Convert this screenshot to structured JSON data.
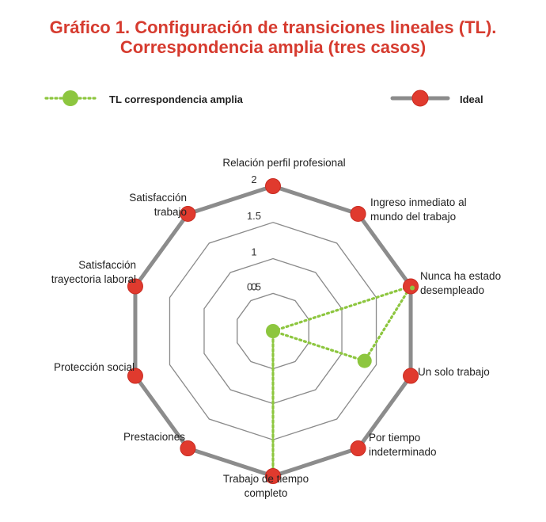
{
  "header": {
    "title_line1": "Gráfico 1. Configuración de transiciones lineales (TL).",
    "title_line2": "Correspondencia amplia (tres casos)"
  },
  "colors": {
    "title": "#d63b2f",
    "ideal_line": "#8c8c8c",
    "ideal_marker": "#e03a2e",
    "tl_line": "#8dc63f",
    "tl_marker": "#8dc63f",
    "grid": "#8a8a8a"
  },
  "chart_data": {
    "type": "radar",
    "categories": [
      "Relación perfil profesional",
      "Ingreso inmediato al mundo del trabajo",
      "Nunca ha estado desempleado",
      "Un solo trabajo",
      "Por tiempo indeterminado",
      "Trabajo de tiempo completo",
      "Prestaciones",
      "Protección social",
      "Satisfacción trayectoria laboral",
      "Satisfacción trabajo"
    ],
    "category_lines": [
      [
        "Relación perfil profesional"
      ],
      [
        "Ingreso inmediato al",
        "mundo del trabajo"
      ],
      [
        "Nunca ha estado",
        "desempleado"
      ],
      [
        "Un solo trabajo"
      ],
      [
        "Por tiempo",
        "indeterminado"
      ],
      [
        "Trabajo de tiempo",
        "completo"
      ],
      [
        "Prestaciones"
      ],
      [
        "Protección social"
      ],
      [
        "Satisfacción",
        "trayectoria laboral"
      ],
      [
        "Satisfacción",
        "trabajo"
      ]
    ],
    "ticks": [
      0,
      0.5,
      1,
      1.5,
      2
    ],
    "tick_labels": [
      "0",
      "0.5",
      "1",
      "1.5",
      "2"
    ],
    "range": [
      0,
      2
    ],
    "series": [
      {
        "name": "Ideal",
        "values": [
          2,
          2,
          2,
          2,
          2,
          2,
          2,
          2,
          2,
          2
        ]
      },
      {
        "name": "TL correspondencia amplia",
        "values": [
          0,
          0,
          2,
          1.33,
          0,
          2,
          0,
          0,
          0,
          0
        ]
      }
    ],
    "legend": [
      "TL correspondencia amplia",
      "Ideal"
    ]
  }
}
